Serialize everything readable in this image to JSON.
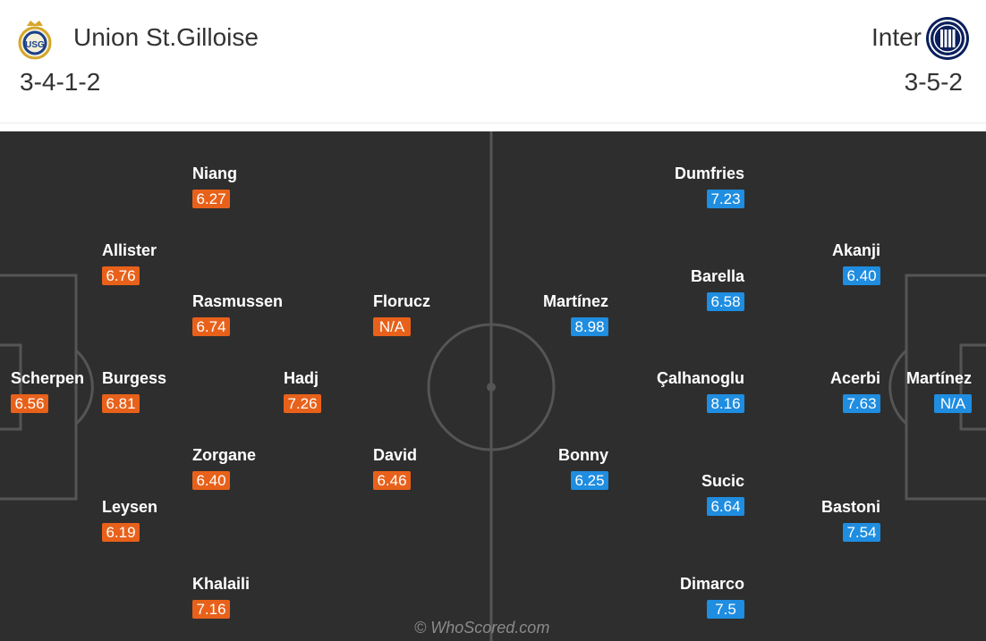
{
  "home": {
    "name": "Union St.Gilloise",
    "formation": "3-4-1-2",
    "logo_icon": "union-st-gilloise-crest-icon",
    "rating_color": "#e8611a",
    "players": [
      {
        "name": "Niang",
        "rating": "6.27"
      },
      {
        "name": "Allister",
        "rating": "6.76"
      },
      {
        "name": "Rasmussen",
        "rating": "6.74"
      },
      {
        "name": "Florucz",
        "rating": "N/A"
      },
      {
        "name": "Scherpen",
        "rating": "6.56"
      },
      {
        "name": "Burgess",
        "rating": "6.81"
      },
      {
        "name": "Hadj",
        "rating": "7.26"
      },
      {
        "name": "Zorgane",
        "rating": "6.40"
      },
      {
        "name": "David",
        "rating": "6.46"
      },
      {
        "name": "Leysen",
        "rating": "6.19"
      },
      {
        "name": "Khalaili",
        "rating": "7.16"
      }
    ]
  },
  "away": {
    "name": "Inter",
    "formation": "3-5-2",
    "logo_icon": "inter-crest-icon",
    "rating_color": "#1f8de0",
    "players": [
      {
        "name": "Dumfries",
        "rating": "7.23"
      },
      {
        "name": "Akanji",
        "rating": "6.40"
      },
      {
        "name": "Barella",
        "rating": "6.58"
      },
      {
        "name": "Martínez",
        "rating": "8.98"
      },
      {
        "name": "Çalhanoglu",
        "rating": "8.16"
      },
      {
        "name": "Acerbi",
        "rating": "7.63"
      },
      {
        "name": "Martínez",
        "rating": "N/A"
      },
      {
        "name": "Bonny",
        "rating": "6.25"
      },
      {
        "name": "Sucic",
        "rating": "6.64"
      },
      {
        "name": "Bastoni",
        "rating": "7.54"
      },
      {
        "name": "Dimarco",
        "rating": "7.5"
      }
    ]
  },
  "watermark": "© WhoScored.com",
  "pitch_color": "#2e2e2e"
}
